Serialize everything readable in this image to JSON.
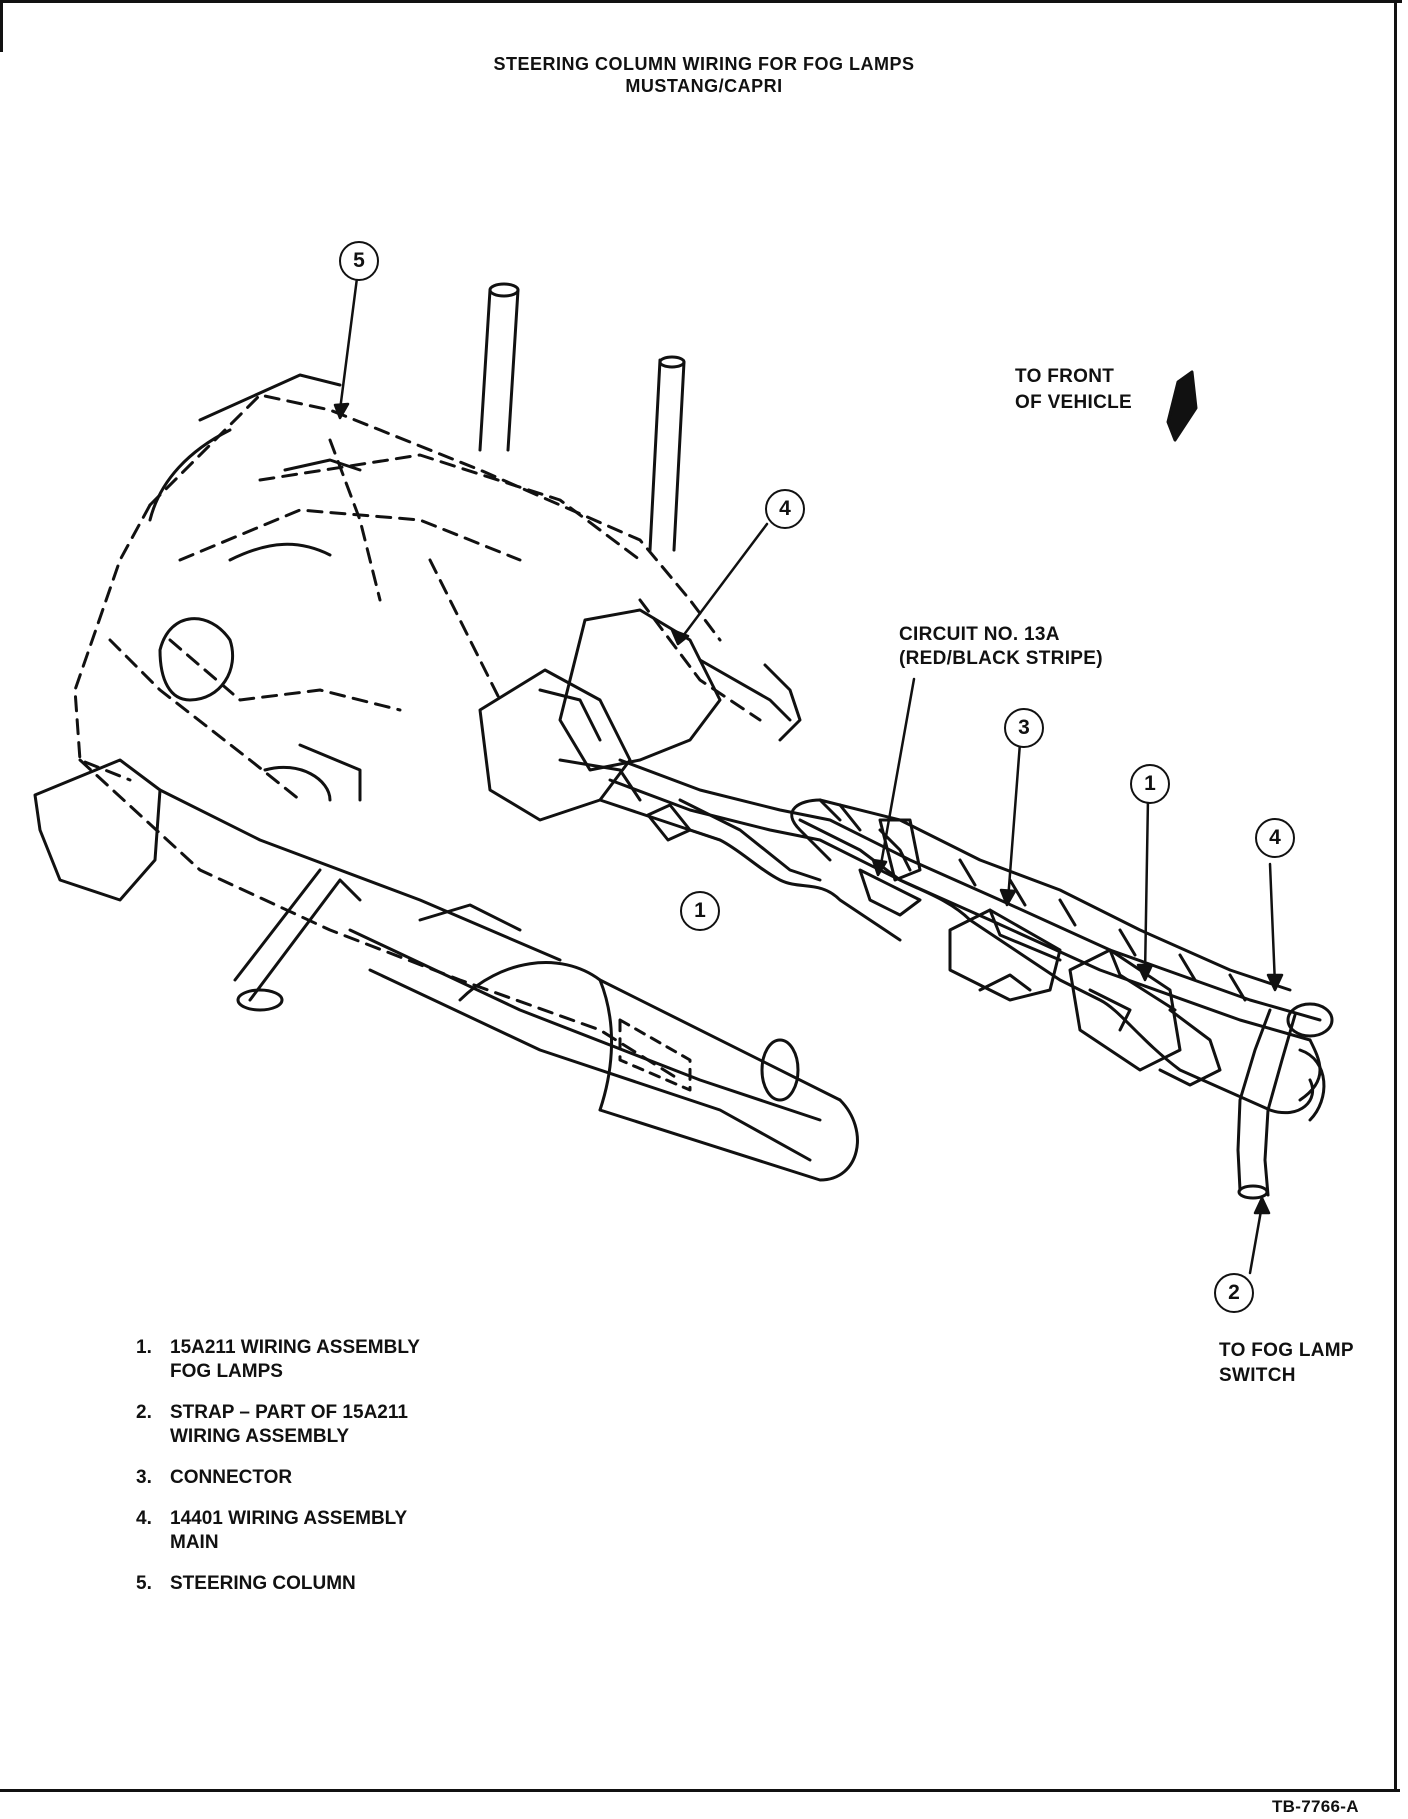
{
  "title": {
    "line1": "STEERING COLUMN WIRING FOR FOG LAMPS",
    "line2": "MUSTANG/CAPRI"
  },
  "labels": {
    "front_line1": "TO FRONT",
    "front_line2": "OF VEHICLE",
    "circuit_line1": "CIRCUIT NO. 13A",
    "circuit_line2": "(RED/BLACK STRIPE)",
    "switch_line1": "TO FOG LAMP",
    "switch_line2": "SWITCH",
    "ref": "TB-7766-A"
  },
  "callouts": {
    "c1a": "1",
    "c1b": "1",
    "c2": "2",
    "c3": "3",
    "c4a": "4",
    "c4b": "4",
    "c5": "5"
  },
  "legend": [
    {
      "num": "1.",
      "line1": "15A211 WIRING ASSEMBLY",
      "line2": "FOG LAMPS"
    },
    {
      "num": "2.",
      "line1": "STRAP – PART OF 15A211",
      "line2": "WIRING ASSEMBLY"
    },
    {
      "num": "3.",
      "line1": "CONNECTOR",
      "line2": ""
    },
    {
      "num": "4.",
      "line1": "14401 WIRING ASSEMBLY",
      "line2": "MAIN"
    },
    {
      "num": "5.",
      "line1": "STEERING COLUMN",
      "line2": ""
    }
  ]
}
